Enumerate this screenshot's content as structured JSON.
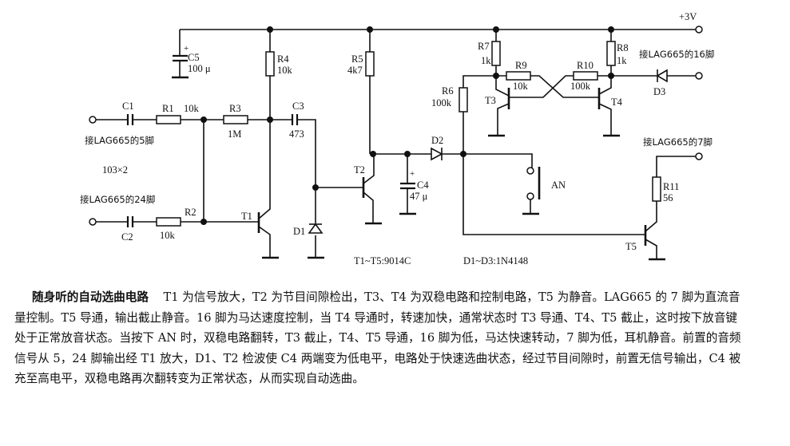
{
  "figure": {
    "supply": "+3V",
    "components": {
      "C1": {
        "ref": "C1"
      },
      "C2": {
        "ref": "C2"
      },
      "C3": {
        "ref": "C3",
        "value": "473"
      },
      "C4": {
        "ref": "C4",
        "value": "47 μ",
        "polarity": "+"
      },
      "C5": {
        "ref": "C5",
        "value": "100 μ",
        "polarity": "+"
      },
      "R1": {
        "ref": "R1",
        "value": "10k"
      },
      "R2": {
        "ref": "R2",
        "value": "10k"
      },
      "R3": {
        "ref": "R3",
        "value": "1M"
      },
      "R4": {
        "ref": "R4",
        "value": "10k"
      },
      "R5": {
        "ref": "R5",
        "value": "4k7"
      },
      "R6": {
        "ref": "R6",
        "value": "100k"
      },
      "R7": {
        "ref": "R7",
        "value": "1k"
      },
      "R8": {
        "ref": "R8",
        "value": "1k"
      },
      "R9": {
        "ref": "R9",
        "value": "10k"
      },
      "R10": {
        "ref": "R10",
        "value": "100k"
      },
      "R11": {
        "ref": "R11",
        "value": "56"
      },
      "T1": {
        "ref": "T1"
      },
      "T2": {
        "ref": "T2"
      },
      "T3": {
        "ref": "T3"
      },
      "T4": {
        "ref": "T4"
      },
      "T5": {
        "ref": "T5"
      },
      "D1": {
        "ref": "D1"
      },
      "D2": {
        "ref": "D2"
      },
      "D3": {
        "ref": "D3"
      },
      "AN": {
        "ref": "AN"
      }
    },
    "labels": {
      "pin5": "接LAG665的5脚",
      "pin24": "接LAG665的24脚",
      "pin16": "接LAG665的16脚",
      "pin7": "接LAG665的7脚",
      "c1c2_value": "103×2",
      "transistor_note": "T1~T5:9014C",
      "diode_note": "D1~D3:1N4148"
    }
  },
  "caption": {
    "title": "随身听的自动选曲电路",
    "body": "T1 为信号放大，T2 为节目间隙检出，T3、T4 为双稳电路和控制电路，T5 为静音。LAG665 的 7 脚为直流音量控制。T5 导通，输出截止静音。16 脚为马达速度控制，当 T4 导通时，转速加快，通常状态时 T3 导通、T4、T5 截止，这时按下放音键处于正常放音状态。当按下 AN 时，双稳电路翻转，T3 截止，T4、T5 导通，16 脚为低，马达快速转动，7 脚为低，耳机静音。前置的音频信号从 5，24 脚输出经 T1 放大，D1、T2 检波使 C4 两端变为低电平，电路处于快速选曲状态，经过节目间隙时，前置无信号输出，C4 被充至高电平，双稳电路再次翻转变为正常状态，从而实现自动选曲。"
  }
}
